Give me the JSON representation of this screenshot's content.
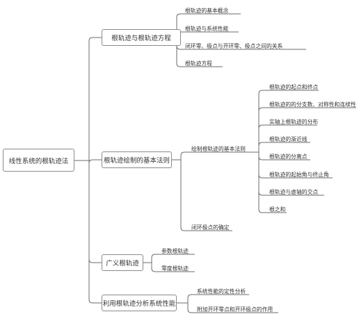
{
  "root": {
    "label": "线性系统的根轨迹法"
  },
  "branches": [
    {
      "label": "根轨迹与根轨迹方程",
      "children": [
        {
          "label": "根轨迹的基本概念"
        },
        {
          "label": "根轨迹与系统性能"
        },
        {
          "label": "闭环零、极点与开环零、极点之间的关系"
        },
        {
          "label": "根轨迹方程"
        }
      ]
    },
    {
      "label": "根轨迹绘制的基本法则",
      "children": [
        {
          "label": "绘制根轨迹的基本法则",
          "children": [
            {
              "label": "根轨迹的起点和终点"
            },
            {
              "label": "根轨迹的的分支数、对称性和连续性"
            },
            {
              "label": "实轴上根轨迹的分布"
            },
            {
              "label": "根轨迹的渐近线"
            },
            {
              "label": "根轨迹的分离点"
            },
            {
              "label": "根轨迹的起始角与终止角"
            },
            {
              "label": "根轨迹与虚轴的交点"
            },
            {
              "label": "根之和"
            }
          ]
        },
        {
          "label": "闭环极点的确定"
        }
      ]
    },
    {
      "label": "广义根轨迹",
      "children": [
        {
          "label": "参数根轨迹"
        },
        {
          "label": "零度根轨迹"
        }
      ]
    },
    {
      "label": "利用根轨迹分析系统性能",
      "children": [
        {
          "label": "系统性能的定性分析"
        },
        {
          "label": "附加开环零点和开环极点的作用"
        }
      ]
    }
  ]
}
